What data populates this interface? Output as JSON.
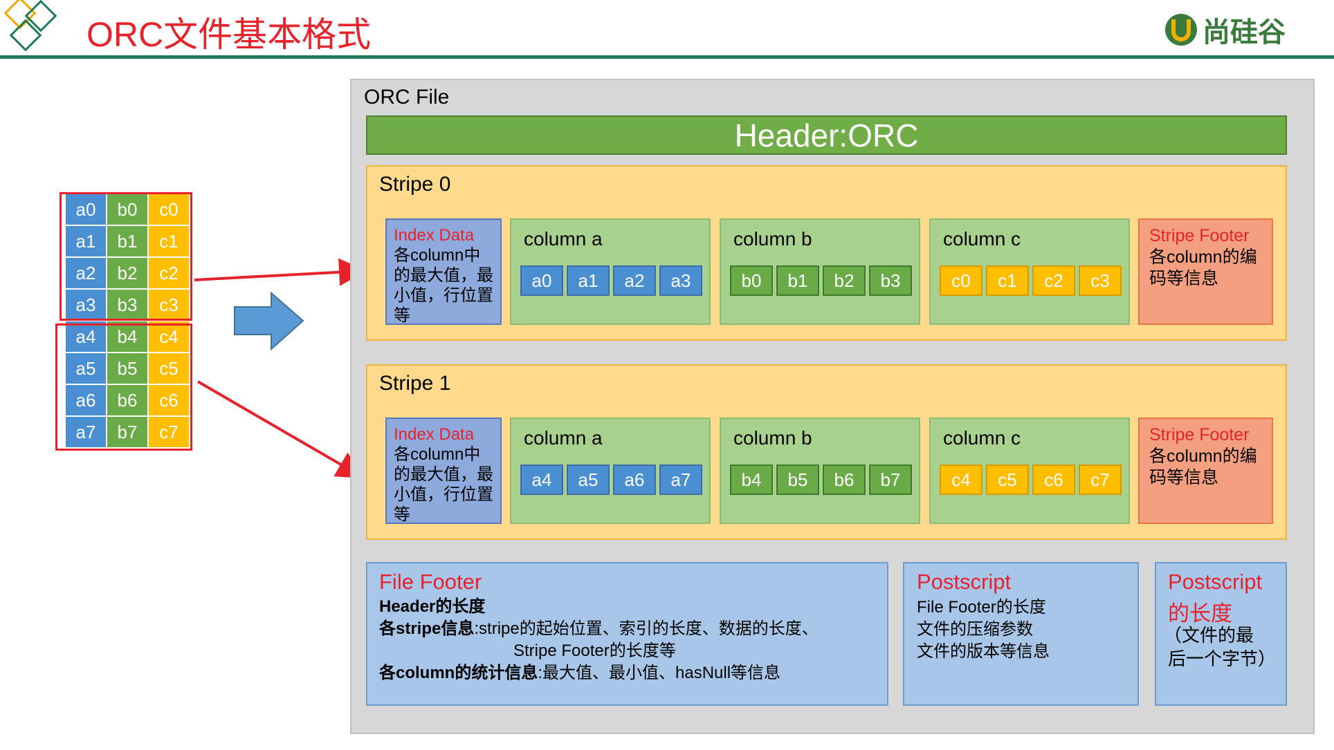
{
  "title": "ORC文件基本格式",
  "brand": {
    "name": "尚硅谷",
    "accent": "#3a7a3c"
  },
  "colors": {
    "title_red": "#e8222b",
    "rule_green": "#1f7a57",
    "col_a_blue": "#4a8fd2",
    "col_b_green": "#6aab47",
    "col_c_yellow": "#ffbf00",
    "header_green": "#70ad47",
    "stripe_orange": "#ffd98c",
    "index_blue": "#8ea9db",
    "footer_salmon": "#f4a080"
  },
  "table": {
    "rows": [
      [
        "a0",
        "b0",
        "c0"
      ],
      [
        "a1",
        "b1",
        "c1"
      ],
      [
        "a2",
        "b2",
        "c2"
      ],
      [
        "a3",
        "b3",
        "c3"
      ],
      [
        "a4",
        "b4",
        "c4"
      ],
      [
        "a5",
        "b5",
        "c5"
      ],
      [
        "a6",
        "b6",
        "c6"
      ],
      [
        "a7",
        "b7",
        "c7"
      ]
    ]
  },
  "file": {
    "label": "ORC File",
    "header": "Header:ORC",
    "stripes": [
      {
        "label": "Stripe 0",
        "index_title": "Index Data",
        "index_text": "各column中的最大值，最小值，行位置等",
        "columns": [
          {
            "title": "column a",
            "values": [
              "a0",
              "a1",
              "a2",
              "a3"
            ]
          },
          {
            "title": "column b",
            "values": [
              "b0",
              "b1",
              "b2",
              "b3"
            ]
          },
          {
            "title": "column c",
            "values": [
              "c0",
              "c1",
              "c2",
              "c3"
            ]
          }
        ],
        "footer_title": "Stripe Footer",
        "footer_text": "各column的编码等信息"
      },
      {
        "label": "Stripe 1",
        "index_title": "Index Data",
        "index_text": "各column中的最大值，最小值，行位置等",
        "columns": [
          {
            "title": "column a",
            "values": [
              "a4",
              "a5",
              "a6",
              "a7"
            ]
          },
          {
            "title": "column b",
            "values": [
              "b4",
              "b5",
              "b6",
              "b7"
            ]
          },
          {
            "title": "column c",
            "values": [
              "c4",
              "c5",
              "c6",
              "c7"
            ]
          }
        ],
        "footer_title": "Stripe Footer",
        "footer_text": "各column的编码等信息"
      }
    ],
    "file_footer": {
      "title": "File Footer",
      "line1_bold": "Header的长度",
      "line2_bold": "各stripe信息",
      "line2_rest": ":stripe的起始位置、索引的长度、数据的长度、",
      "line3": "Stripe Footer的长度等",
      "line4_bold": "各column的统计信息",
      "line4_rest": ":最大值、最小值、hasNull等信息"
    },
    "postscript": {
      "title": "Postscript",
      "lines": [
        "File Footer的长度",
        "文件的压缩参数",
        "文件的版本等信息"
      ]
    },
    "postscript_length": {
      "title_line1": "Postscript",
      "title_line2": "的长度",
      "line1": "（文件的最",
      "line2": "后一个字节）"
    }
  }
}
